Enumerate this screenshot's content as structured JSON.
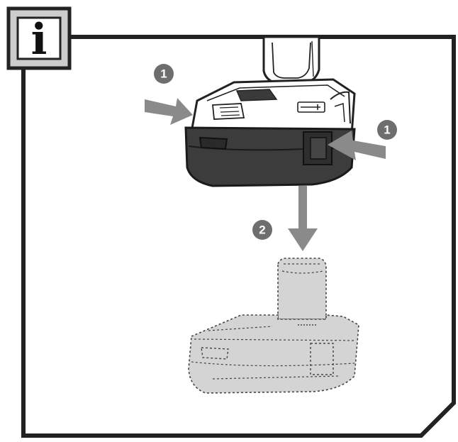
{
  "info_box": {
    "symbol": "i",
    "icon_name": "info-icon"
  },
  "steps": {
    "press_left": "1",
    "press_right": "1",
    "pull_down": "2"
  },
  "colors": {
    "frame": "#222222",
    "step_badge": "#6e6e6e",
    "arrow_fill": "#8a8a8a",
    "battery_ghost": "#d4d4d4",
    "battery_dark": "#3c3c3c"
  }
}
